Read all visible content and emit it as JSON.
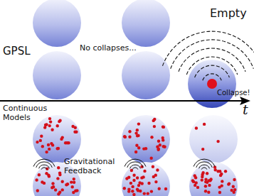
{
  "diagram": {
    "labels": [
      "GPSL",
      "No collapses...",
      "Empty",
      "Collapse!",
      "t",
      "Continuous Models",
      "Gravitational Feedback"
    ]
  }
}
